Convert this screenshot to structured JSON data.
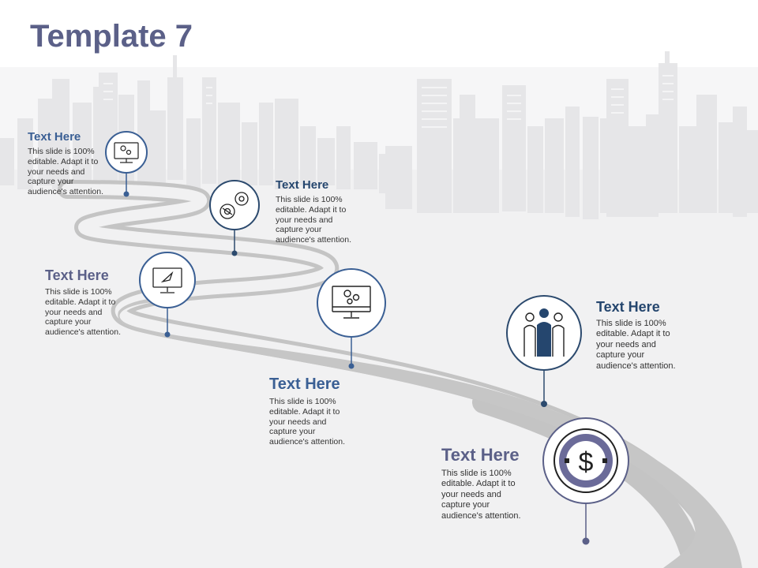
{
  "title": "Template 7",
  "colors": {
    "title": "#5b6088",
    "heading_blue": "#3a5f94",
    "heading_slate": "#5b6088",
    "heading_navy": "#25466e",
    "ring": "#2c4a6e",
    "road": "#c9c9c9",
    "skyline": "#e8e8ea",
    "background": "#f1f1f2",
    "dollar_fill": "#6b6b99"
  },
  "steps": [
    {
      "heading": "Text Here",
      "body": [
        "This slide is 100%",
        "editable. Adapt it to",
        "your needs and",
        "capture your",
        "audience's attention."
      ],
      "icon": "monitor-gears-icon"
    },
    {
      "heading": "Text Here",
      "body": [
        "This slide is 100%",
        "editable. Adapt it to",
        "your needs and",
        "capture your",
        "audience's attention."
      ],
      "icon": "gears-rocket-icon"
    },
    {
      "heading": "Text Here",
      "body": [
        "This slide is 100%",
        "editable. Adapt it to",
        "your needs and",
        "capture your",
        "audience's attention."
      ],
      "icon": "monitor-rocket-icon"
    },
    {
      "heading": "Text Here",
      "body": [
        "This slide is 100%",
        "editable. Adapt it to",
        "your needs and",
        "capture your",
        "audience's attention."
      ],
      "icon": "monitor-gears-icon"
    },
    {
      "heading": "Text Here",
      "body": [
        "This slide is 100%",
        "editable. Adapt it to",
        "your needs and",
        "capture your",
        "audience's attention."
      ],
      "icon": "team-icon"
    },
    {
      "heading": "Text Here",
      "body": [
        "This slide is 100%",
        "editable. Adapt it to",
        "your needs and",
        "capture your",
        "audience's attention."
      ],
      "icon": "dollar-icon"
    }
  ]
}
